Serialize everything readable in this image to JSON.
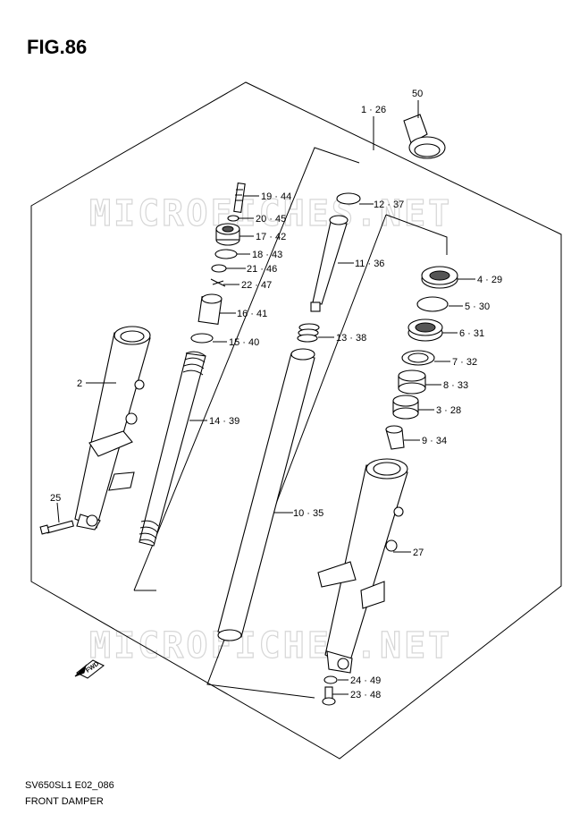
{
  "figure": {
    "title": "FIG.86",
    "code": "SV650SL1 E02_086",
    "name": "FRONT DAMPER"
  },
  "watermarks": [
    "MICROFICHES.NET",
    "MICROFICHES.NET"
  ],
  "callouts": [
    {
      "id": "c50",
      "text": "50"
    },
    {
      "id": "c1",
      "text": "1 · 26"
    },
    {
      "id": "c19",
      "text": "19 · 44"
    },
    {
      "id": "c12",
      "text": "12 · 37"
    },
    {
      "id": "c20",
      "text": "20 · 45"
    },
    {
      "id": "c17",
      "text": "17 · 42"
    },
    {
      "id": "c18",
      "text": "18 · 43"
    },
    {
      "id": "c11",
      "text": "11 · 36"
    },
    {
      "id": "c21",
      "text": "21 · 46"
    },
    {
      "id": "c4",
      "text": "4 · 29"
    },
    {
      "id": "c22",
      "text": "22 · 47"
    },
    {
      "id": "c5",
      "text": "5 · 30"
    },
    {
      "id": "c16",
      "text": "16 · 41"
    },
    {
      "id": "c6",
      "text": "6 · 31"
    },
    {
      "id": "c13",
      "text": "13 · 38"
    },
    {
      "id": "c15",
      "text": "15 · 40"
    },
    {
      "id": "c7",
      "text": "7 · 32"
    },
    {
      "id": "c2",
      "text": "2"
    },
    {
      "id": "c8",
      "text": "8 · 33"
    },
    {
      "id": "c3",
      "text": "3 · 28"
    },
    {
      "id": "c14",
      "text": "14 · 39"
    },
    {
      "id": "c9",
      "text": "9 · 34"
    },
    {
      "id": "c25",
      "text": "25"
    },
    {
      "id": "c10",
      "text": "10 · 35"
    },
    {
      "id": "c27",
      "text": "27"
    },
    {
      "id": "c24",
      "text": "24 · 49"
    },
    {
      "id": "c23",
      "text": "23 · 48"
    }
  ],
  "direction_marker": "FWD"
}
